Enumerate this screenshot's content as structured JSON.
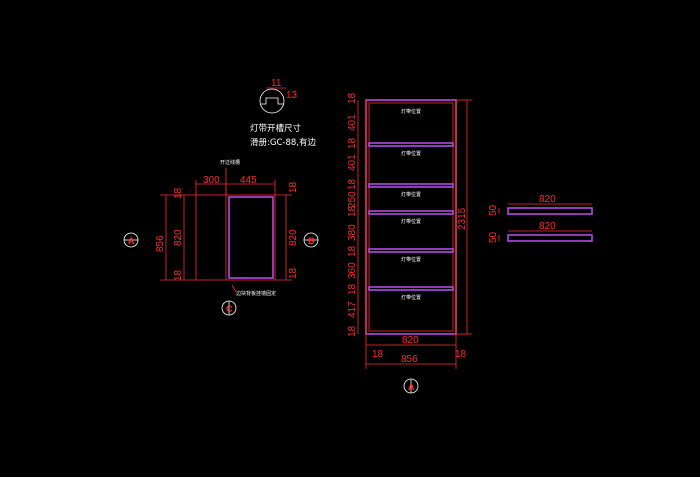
{
  "light_slot": {
    "title": "灯带开槽尺寸",
    "spec": "滑册:GC-88,有边",
    "dim_a": "11",
    "dim_b": "13"
  },
  "side_view": {
    "top_note": "开过线槽",
    "bottom_note": "边块背板挂墙固定",
    "dims": {
      "top_left": "300",
      "top_right": "445",
      "total_height": "856",
      "inner_height_left": "820",
      "inner_height_right": "820",
      "edge_tl": "18",
      "edge_bl": "18",
      "edge_tr": "18",
      "edge_br": "18"
    },
    "markers": {
      "left": "A",
      "right": "B",
      "bottom": "C"
    }
  },
  "front_view": {
    "shelf_label": "灯带位置",
    "left_dims": [
      "18",
      "401",
      "18",
      "401",
      "18",
      "250",
      "18",
      "380",
      "18",
      "360",
      "18",
      "417",
      "18"
    ],
    "total_height": "2315",
    "bottom_inner": "820",
    "bottom_left": "18",
    "bottom_right": "18",
    "bottom_total": "856",
    "marker": "A"
  },
  "shelf_boards": [
    {
      "thickness": "50",
      "length": "820"
    },
    {
      "thickness": "50",
      "length": "820"
    }
  ],
  "colors": {
    "dimension": "#ff2a2a",
    "panel": "#b14be0",
    "text": "#ffffff",
    "background": "#000000"
  }
}
